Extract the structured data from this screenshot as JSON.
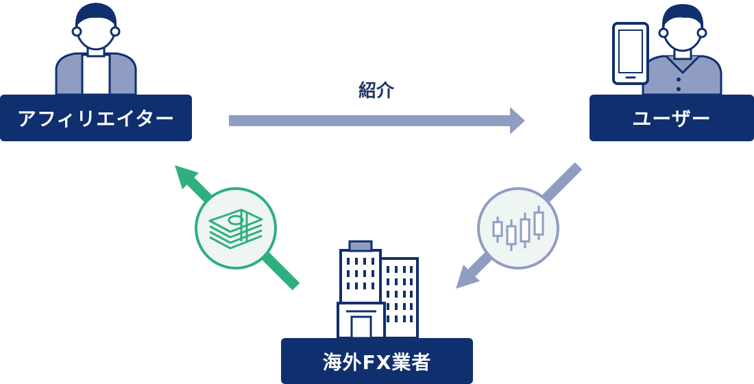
{
  "nodes": {
    "affiliate": {
      "label": "アフィリエイター"
    },
    "user": {
      "label": "ユーザー"
    },
    "broker": {
      "label": "海外FX業者"
    }
  },
  "edges": {
    "referral": {
      "label": "紹介"
    }
  },
  "icons": {
    "reward": "money-bills-icon",
    "trading": "candlestick-chart-icon"
  },
  "colors": {
    "navy": "#0f2f6e",
    "arrow_gray": "#8f9dc2",
    "green": "#2eaf7d",
    "circle_fill": "#eef5f2"
  }
}
